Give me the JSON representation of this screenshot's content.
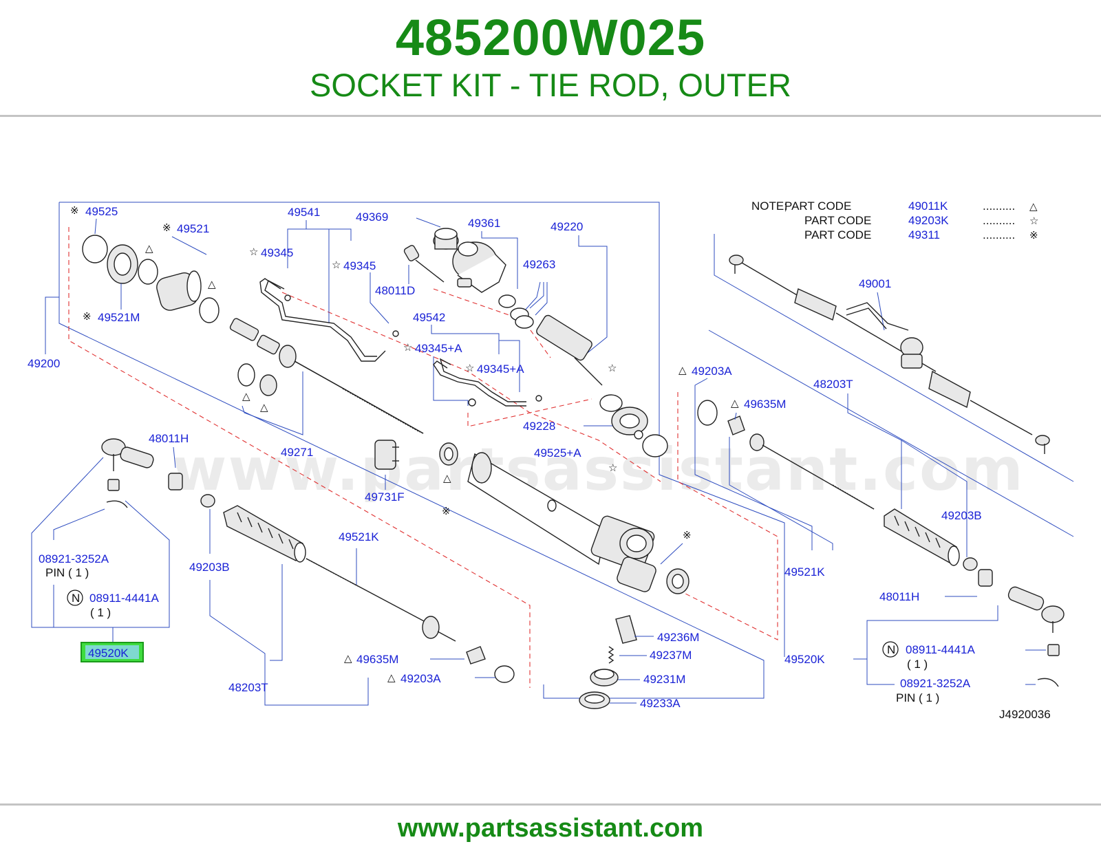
{
  "header": {
    "part_number": "485200W025",
    "part_name": "SOCKET KIT - TIE ROD, OUTER"
  },
  "note": {
    "prefix": "NOTE;",
    "rows": [
      {
        "label": "PART  CODE",
        "code": "49011K",
        "dots": "..........",
        "symbol": "△"
      },
      {
        "label": "PART  CODE",
        "code": "49203K",
        "dots": "..........",
        "symbol": "☆"
      },
      {
        "label": "PART  CODE",
        "code": "49311",
        "dots": "..........",
        "symbol": "※"
      }
    ]
  },
  "callouts": {
    "c49525": "49525",
    "c49521": "49521",
    "c49521m": "49521M",
    "c49200": "49200",
    "c49541": "49541",
    "c49369": "49369",
    "c49345a": "49345",
    "c49345b": "49345",
    "c48011d": "48011D",
    "c49361": "49361",
    "c49220": "49220",
    "c49263": "49263",
    "c49542": "49542",
    "c49345pa1": "49345+A",
    "c49345pa2": "49345+A",
    "c49228": "49228",
    "c49525pa": "49525+A",
    "c49271": "49271",
    "c49731f": "49731F",
    "c48011h_l": "48011H",
    "c08921_l": "08921-3252A",
    "pin_l": "PIN   ( 1 )",
    "c08911_l": "08911-4441A",
    "qty_l": "(  1    )",
    "c49520k_l": "49520K",
    "c49203b_l": "49203B",
    "c49521k_m": "49521K",
    "c48203t_l": "48203T",
    "c49635m_m": "49635M",
    "c49203a_m": "49203A",
    "c49236m": "49236M",
    "c49237m": "49237M",
    "c49231m": "49231M",
    "c49233a": "49233A",
    "c49001": "49001",
    "c49203a_r": "49203A",
    "c49635m_r": "49635M",
    "c48203t_r": "48203T",
    "c49203b_r": "49203B",
    "c49521k_r": "49521K",
    "c48011h_r": "48011H",
    "c49520k_r": "49520K",
    "c08911_r": "08911-4441A",
    "qty_r": "(  1    )",
    "c08921_r": "08921-3252A",
    "pin_r": "PIN      ( 1 )",
    "diagram_code": "J4920036",
    "n_mark": "N"
  },
  "symbols": {
    "ref": "※",
    "triangle": "△",
    "star": "☆"
  },
  "highlighted_part": "49520K",
  "watermark": "www.partsassistant.com",
  "footer": {
    "url": "www.partsassistant.com"
  },
  "colors": {
    "brand_green": "#168a16",
    "callout_blue": "#1a22d6",
    "leader_blue": "#2c4bbf",
    "dash_red": "#e03030",
    "highlight_green": "#3fdc3f"
  }
}
